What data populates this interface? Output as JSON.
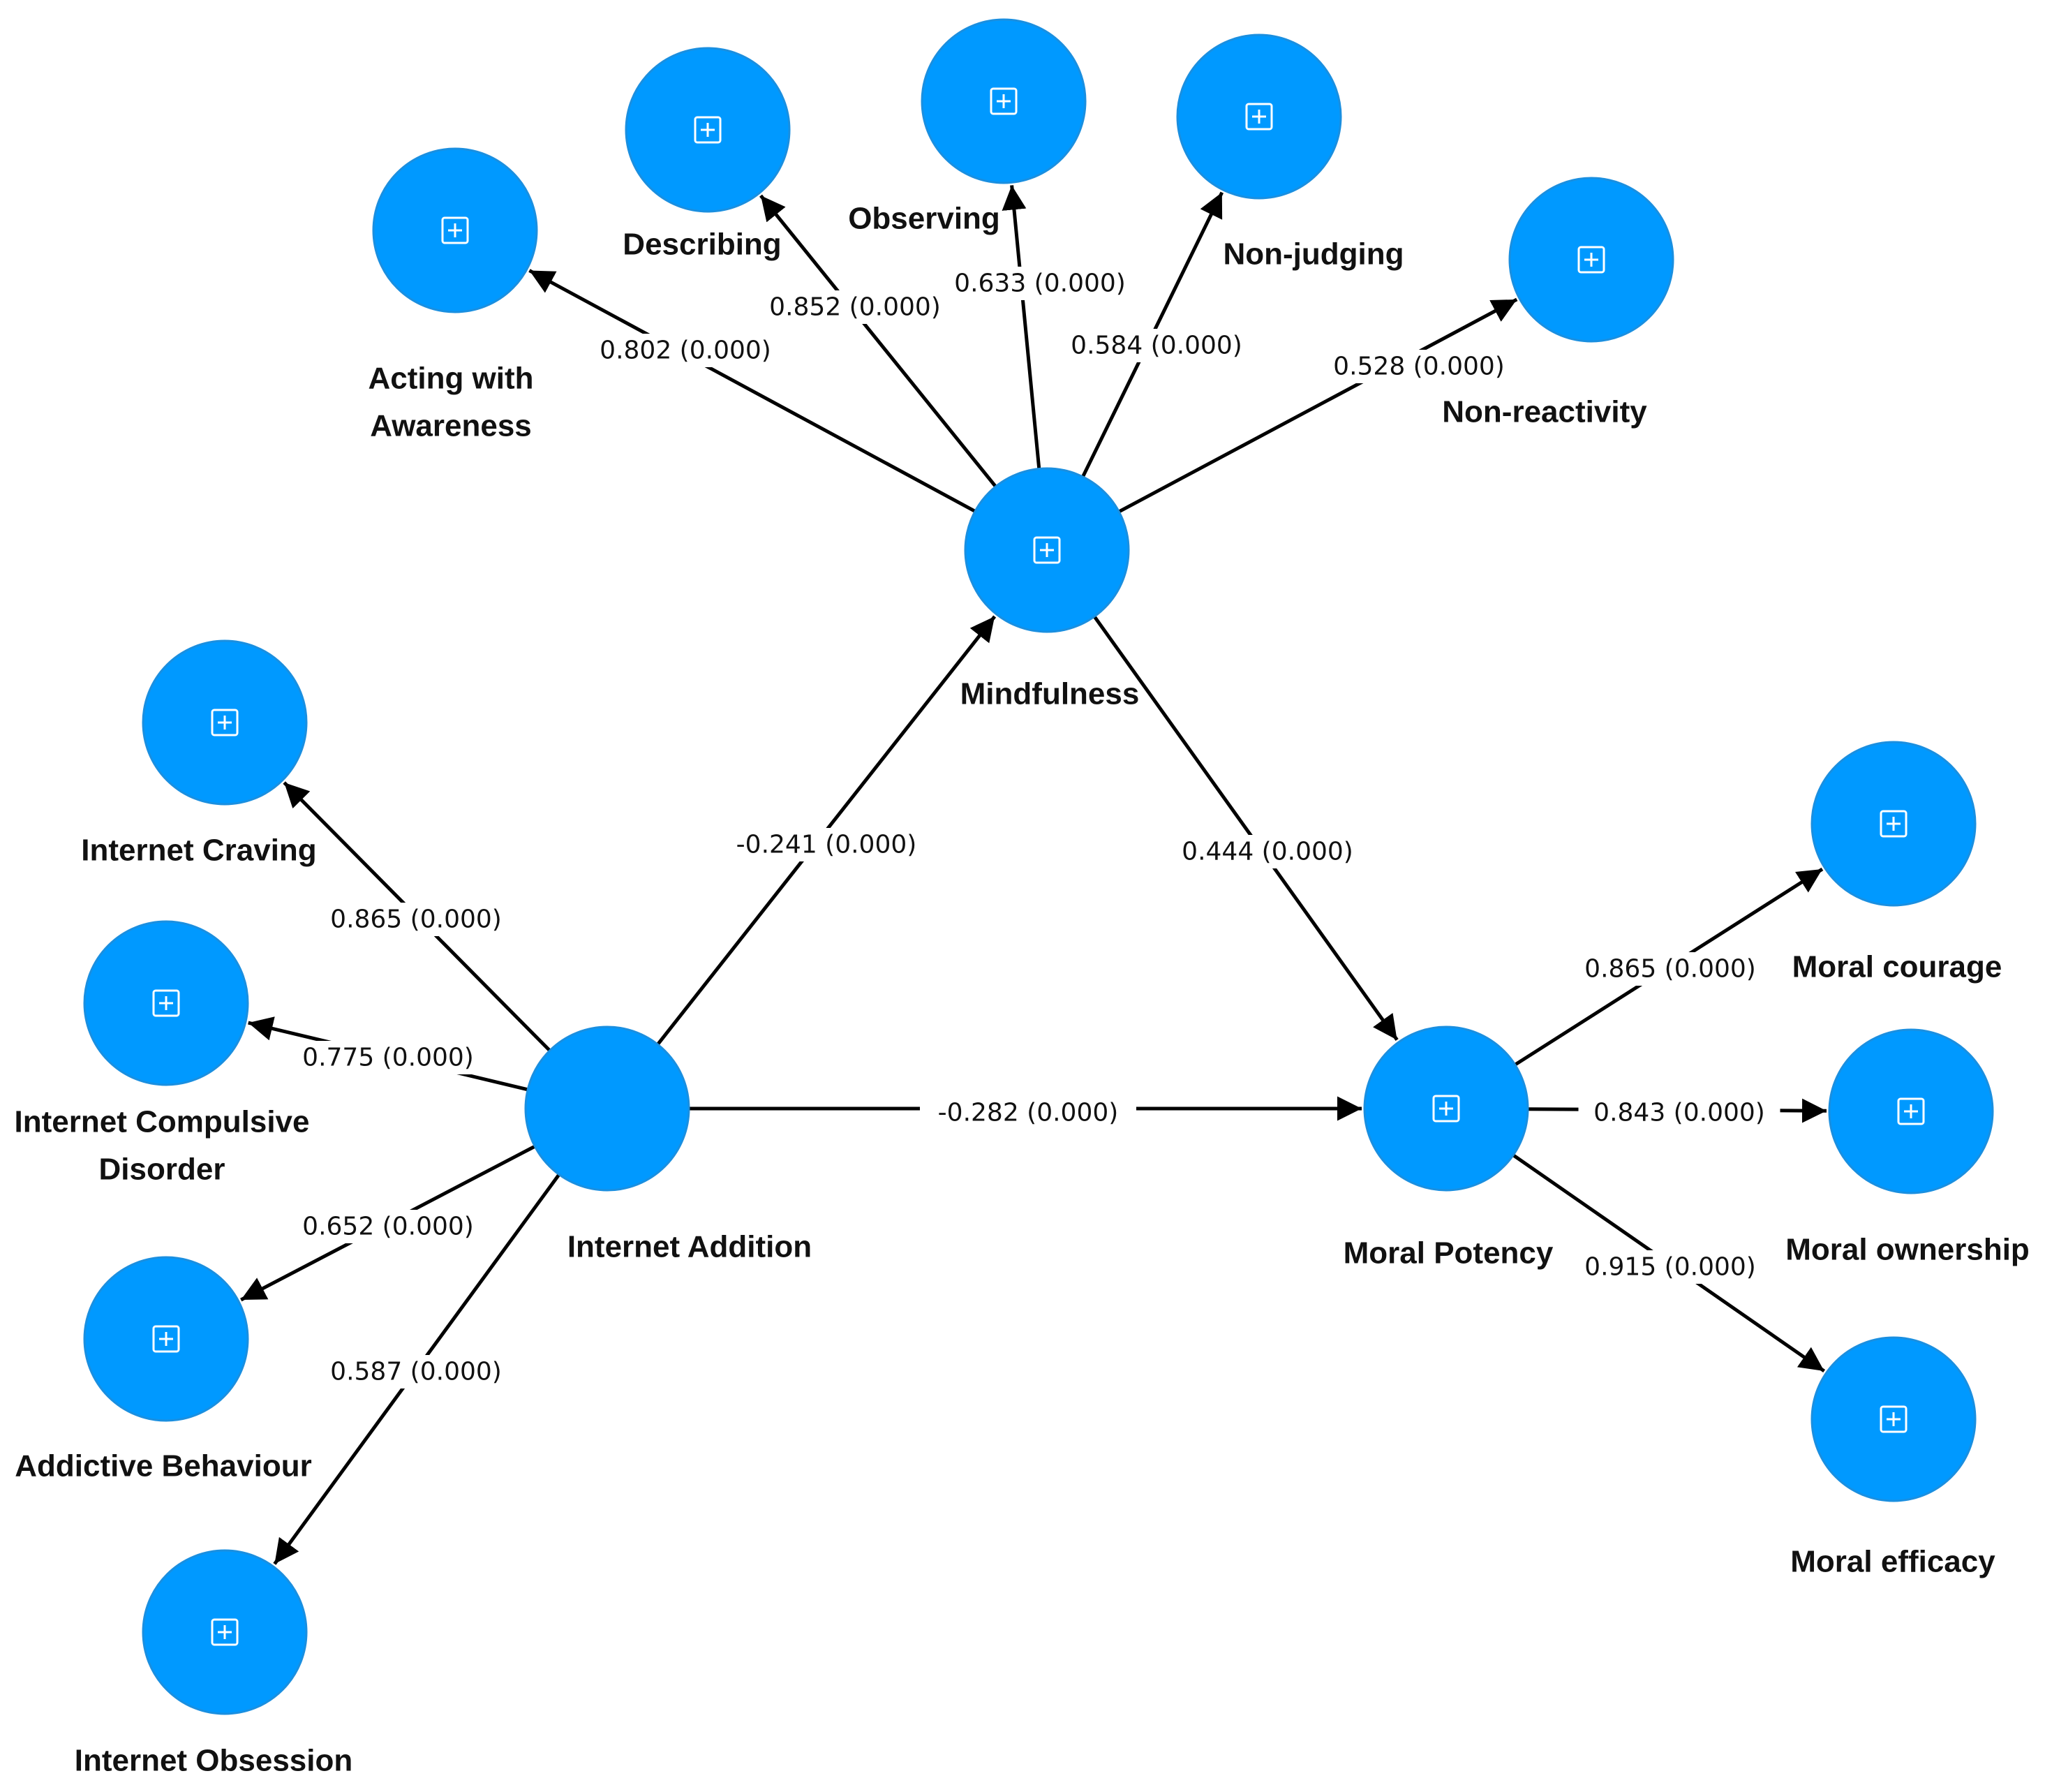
{
  "nodes": {
    "acting": {
      "label_lines": [
        "Acting with",
        "Awareness"
      ],
      "expandable": true
    },
    "describing": {
      "label_lines": [
        "Describing"
      ],
      "expandable": true
    },
    "observing": {
      "label_lines": [
        "Observing"
      ],
      "expandable": true
    },
    "nonjudging": {
      "label_lines": [
        "Non-judging"
      ],
      "expandable": true
    },
    "nonreact": {
      "label_lines": [
        "Non-reactivity"
      ],
      "expandable": true
    },
    "mindfulness": {
      "label_lines": [
        "Mindfulness"
      ],
      "expandable": true
    },
    "craving": {
      "label_lines": [
        "Internet Craving"
      ],
      "expandable": true
    },
    "compulsive": {
      "label_lines": [
        "Internet Compulsive",
        "Disorder"
      ],
      "expandable": true
    },
    "addictive": {
      "label_lines": [
        "Addictive Behaviour"
      ],
      "expandable": true
    },
    "obsession": {
      "label_lines": [
        "Internet Obsession"
      ],
      "expandable": true
    },
    "addition": {
      "label_lines": [
        "Internet Addition"
      ],
      "expandable": false
    },
    "potency": {
      "label_lines": [
        "Moral Potency"
      ],
      "expandable": true
    },
    "courage": {
      "label_lines": [
        "Moral courage"
      ],
      "expandable": true
    },
    "ownership": {
      "label_lines": [
        "Moral ownership"
      ],
      "expandable": true
    },
    "efficacy": {
      "label_lines": [
        "Moral efficacy"
      ],
      "expandable": true
    }
  },
  "edges": [
    {
      "from": "mindfulness",
      "to": "acting",
      "label": "0.802 (0.000)"
    },
    {
      "from": "mindfulness",
      "to": "describing",
      "label": "0.852 (0.000)"
    },
    {
      "from": "mindfulness",
      "to": "observing",
      "label": "0.633 (0.000)"
    },
    {
      "from": "mindfulness",
      "to": "nonjudging",
      "label": "0.584 (0.000)"
    },
    {
      "from": "mindfulness",
      "to": "nonreact",
      "label": "0.528 (0.000)"
    },
    {
      "from": "addition",
      "to": "mindfulness",
      "label": "-0.241 (0.000)"
    },
    {
      "from": "mindfulness",
      "to": "potency",
      "label": "0.444 (0.000)"
    },
    {
      "from": "addition",
      "to": "potency",
      "label": "-0.282 (0.000)"
    },
    {
      "from": "addition",
      "to": "craving",
      "label": "0.865 (0.000)"
    },
    {
      "from": "addition",
      "to": "compulsive",
      "label": "0.775 (0.000)"
    },
    {
      "from": "addition",
      "to": "addictive",
      "label": "0.652 (0.000)"
    },
    {
      "from": "addition",
      "to": "obsession",
      "label": "0.587 (0.000)"
    },
    {
      "from": "potency",
      "to": "courage",
      "label": "0.865 (0.000)"
    },
    {
      "from": "potency",
      "to": "ownership",
      "label": "0.843 (0.000)"
    },
    {
      "from": "potency",
      "to": "efficacy",
      "label": "0.915 (0.000)"
    }
  ],
  "colors": {
    "node_fill": "#0099ff",
    "edge": "#000000",
    "text": "#111111"
  },
  "icons": {
    "expand": "plus-square-icon"
  }
}
